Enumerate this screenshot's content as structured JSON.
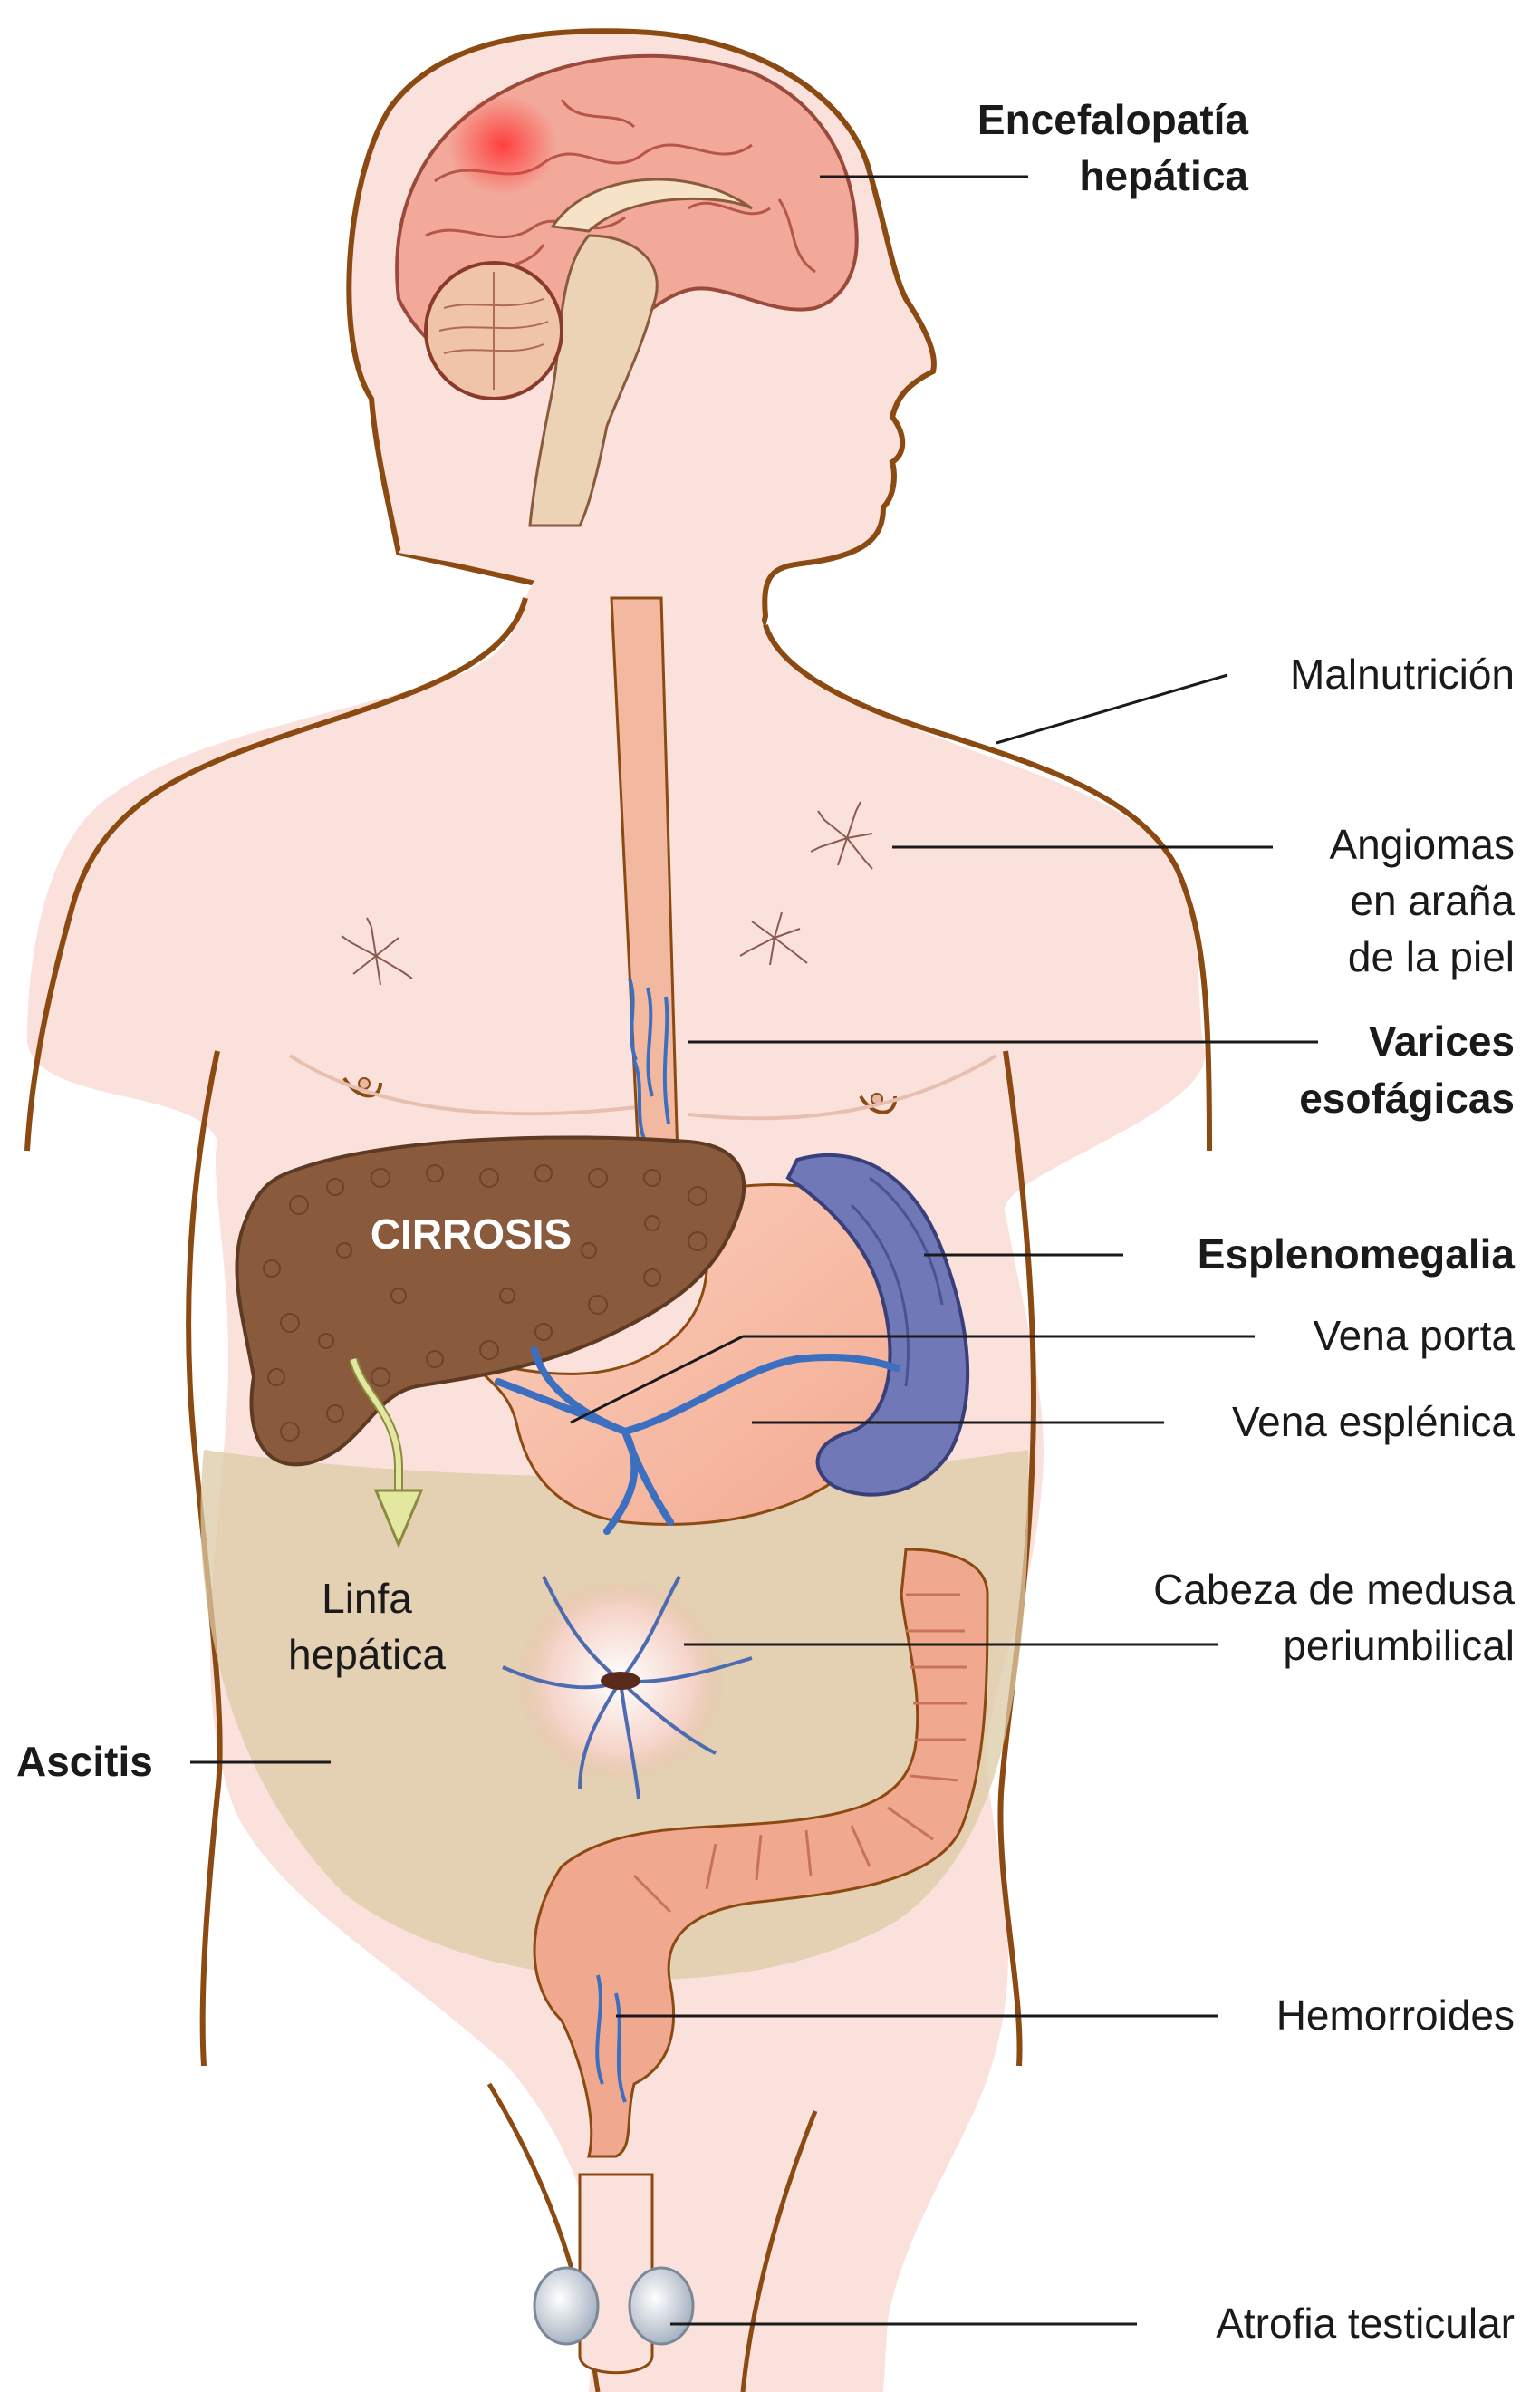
{
  "diagram": {
    "labels": {
      "encefalopatia_1": "Encefalopatía",
      "encefalopatia_2": "hepática",
      "malnutricion": "Malnutrición",
      "angiomas_1": "Angiomas",
      "angiomas_2": "en araña",
      "angiomas_3": "de la piel",
      "varices_1": "Varices",
      "varices_2": "esofágicas",
      "cirrosis": "CIRROSIS",
      "esplenomegalia": "Esplenomegalia",
      "vena_porta": "Vena porta",
      "vena_esplenica": "Vena esplénica",
      "linfa_1": "Linfa",
      "linfa_2": "hepática",
      "cabeza_1": "Cabeza de medusa",
      "cabeza_2": "periumbilical",
      "ascitis": "Ascitis",
      "hemorroides": "Hemorroides",
      "atrofia": "Atrofia testicular"
    },
    "colors": {
      "skin": "#fbe1dc",
      "outline": "#8b4a12",
      "brain": "#f2a99a",
      "liver": "#8a5a3c",
      "spleen": "#7078b8",
      "stomach": "#f7bfa6",
      "vein": "#3d6fc0",
      "ascites": "#dcc9a6",
      "colon": "#f0a88e",
      "esophagus": "#f2b9a0"
    }
  }
}
